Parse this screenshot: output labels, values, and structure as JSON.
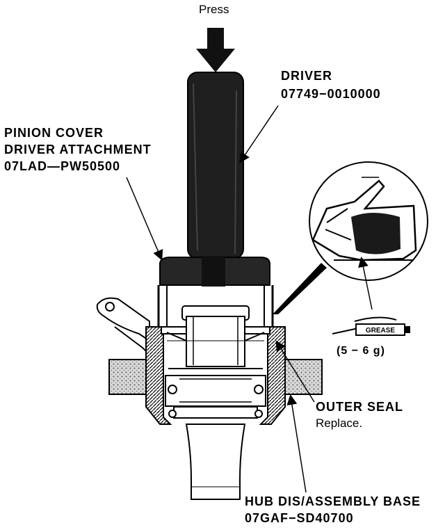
{
  "labels": {
    "press": "Press",
    "driver_name": "DRIVER",
    "driver_part": "07749−0010000",
    "pinion_line1": "PINION COVER",
    "pinion_line2": "DRIVER ATTACHMENT",
    "pinion_part": "07LAD—PW50500",
    "grease": "GREASE",
    "grease_amount": "(5 − 6 g)",
    "outer_seal": "OUTER SEAL",
    "outer_seal_note": "Replace.",
    "hub_base": "HUB DIS/ASSEMBLY BASE",
    "hub_part": "07GAF−SD40700"
  },
  "colors": {
    "ink": "#000000",
    "paper": "#ffffff",
    "dark_fill": "#2a2a2a",
    "stipple": "#b8b8b8"
  }
}
